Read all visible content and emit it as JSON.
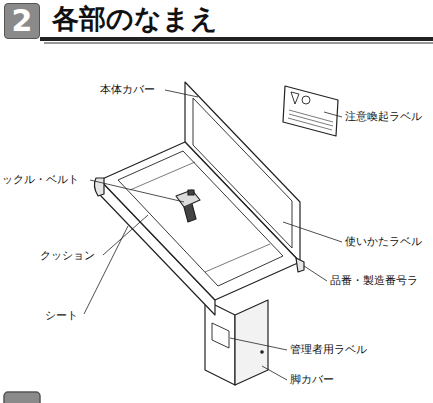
{
  "diagram": {
    "title": "各部のなまえ",
    "nodes": [
      {
        "text": [
          "2"
        ]
      }
    ],
    "labels": [
      "本体カバー",
      "注意喚起ラベル",
      "ックル・ベルト",
      "使いかたラベル",
      "クッション",
      "品番・製造番号ラ",
      "シート",
      "管理者用ラベル",
      "脚カバー"
    ]
  }
}
